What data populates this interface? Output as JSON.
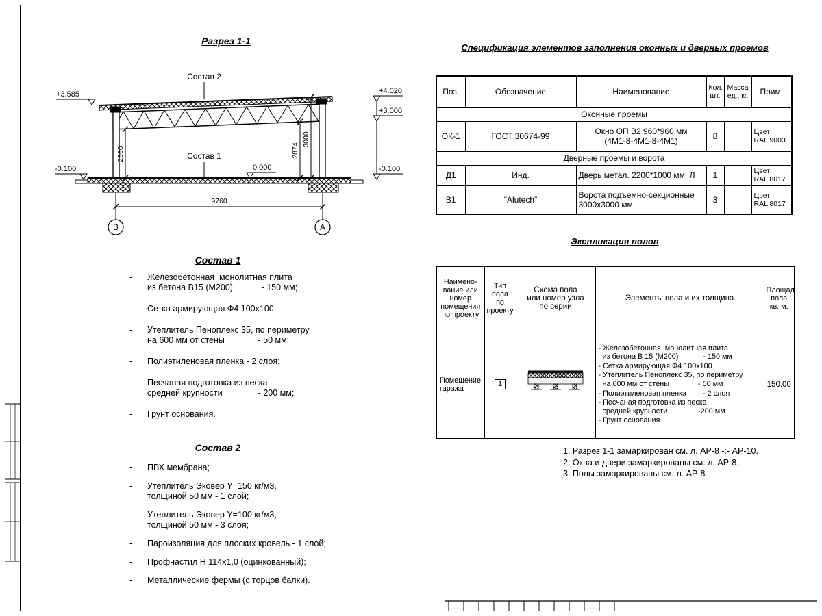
{
  "section": {
    "title": "Разрез 1-1",
    "label_sostav2": "Состав 2",
    "label_sostav1": "Состав 1",
    "elev_left_top": "+3.585",
    "elev_left_bottom": "-0.100",
    "elev_right_top": "+4.020",
    "elev_right_mid": "+3.000",
    "elev_right_bottom": "-0.100",
    "elev_zero": "0.000",
    "dim_left_height": "2560",
    "dim_right_inner": "2874",
    "dim_right_outer": "3000",
    "dim_span": "9760",
    "axis_left": "В",
    "axis_right": "А"
  },
  "sostav1": {
    "title": "Состав 1",
    "bullet": "-",
    "items": [
      "Железобетонная  монолитная плита\nиз бетона В15 (М200)            - 150 мм;",
      "Сетка армирующая Ф4 100х100",
      "Утеплитель Пеноплекс 35, по периметру\nна 600 мм от стены              - 50 мм;",
      "Полиэтиленовая пленка - 2 слоя;",
      "Песчаная подготовка из песка\nсредней крупности               - 200 мм;",
      "Грунт основания."
    ]
  },
  "sostav2": {
    "title": "Состав 2",
    "bullet": "-",
    "items": [
      "ПВХ мембрана;",
      "Утеплитель Эковер Y=150 кг/м3,\nтолщиной 50 мм - 1 слой;",
      "Утеплитель Эковер Y=100 кг/м3,\nтолщиной 50 мм - 3 слоя;",
      "Пароизоляция для плоских кровель - 1 слой;",
      "Профнастил Н 114х1,0 (оцинкованный);",
      "Металлические фермы (с торцов балки)."
    ]
  },
  "spec": {
    "title": "Спецификация элементов заполнения оконных и дверных проемов",
    "headers": {
      "pos": "Поз.",
      "designation": "Обозначение",
      "name": "Наименование",
      "qty": "Кол.\nшт.",
      "mass": "Масса\nед., кг.",
      "note": "Прим."
    },
    "group1": "Оконные проемы",
    "group2": "Дверные проемы и ворота",
    "rows": [
      {
        "pos": "ОК-1",
        "designation": "ГОСТ 30674-99",
        "name": "Окно ОП В2 960*960 мм\n(4М1-8-4М1-8-4М1)",
        "qty": "8",
        "mass": "",
        "note": "Цвет:\nRAL 9003"
      },
      {
        "pos": "Д1",
        "designation": "Инд.",
        "name": "Дверь метал. 2200*1000 мм, Л",
        "qty": "1",
        "mass": "",
        "note": "Цвет:\nRAL 8017"
      },
      {
        "pos": "В1",
        "designation": "\"Alutech\"",
        "name": "Ворота подъемно-секционные\n3000х3000 мм",
        "qty": "3",
        "mass": "",
        "note": "Цвет:\nRAL 8017"
      }
    ]
  },
  "floors": {
    "title": "Экспликация полов",
    "headers": {
      "room": "Наимено-\nвание или\nномер\nпомещения\nпо проекту",
      "type": "Тип\nпола\nпо\nпроекту",
      "scheme": "Схема пола\nили номер узла\nпо серии",
      "elements": "Элементы пола и их толщина",
      "area": "Площадь\nпола\nкв. м."
    },
    "row": {
      "room": "Помещение\nгаража",
      "type": "1",
      "elements": [
        "- Железобетонная  монолитная плита\n  из бетона В 15 (М200)            - 150 мм",
        "- Сетка армирующая Ф4 100х100",
        "- Утеплитель Пеноплекс 35, по периметру\n  на 600 мм от стены              - 50 мм",
        "- Полиэтиленовая пленка        - 2 слоя",
        "- Песчаная подготовка из песка\n  средней крупности               -200 мм",
        "- Грунт основания"
      ],
      "area": "150.00"
    }
  },
  "notes": [
    "1. Разрез 1-1 замаркирован см. л. АР-8 -:- АР-10.",
    "2. Окна и двери замаркированы см. л. АР-8.",
    "3. Полы замаркированы см. л. АР-8."
  ]
}
